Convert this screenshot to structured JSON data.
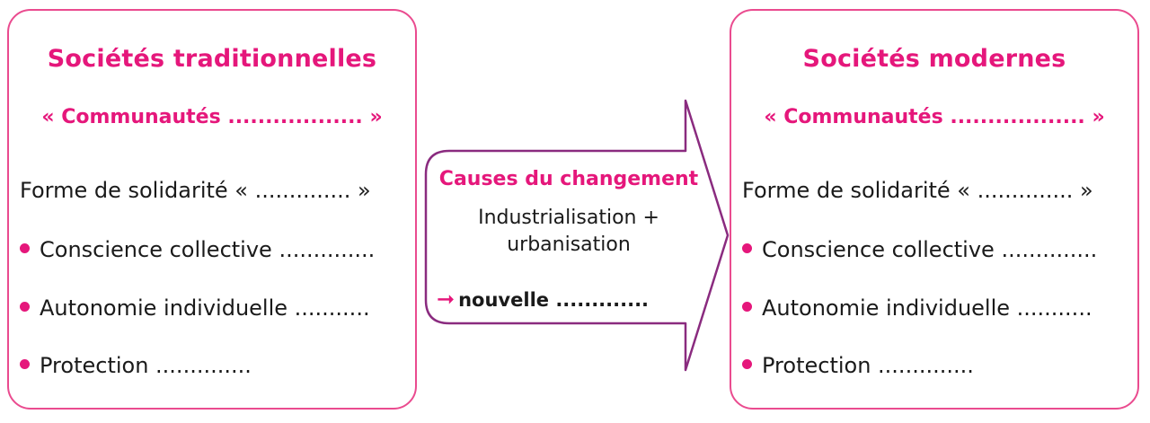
{
  "colors": {
    "accent": "#e5177b",
    "box_border": "#ea4b8f",
    "arrow_border": "#8a2b7f",
    "text": "#1a1a1a"
  },
  "left": {
    "title": "Sociétés traditionnelles",
    "subtitle": "« Communautés .................. »",
    "solidarity": "Forme de solidarité « .............. »",
    "items": [
      "Conscience collective ..............",
      "Autonomie individuelle ...........",
      "Protection .............."
    ]
  },
  "center": {
    "title": "Causes du changement",
    "line1": "Industrialisation +",
    "line2": "urbanisation",
    "arrow_icon": "right-arrow-icon",
    "result": "nouvelle ............."
  },
  "right": {
    "title": "Sociétés modernes",
    "subtitle": "« Communautés .................. »",
    "solidarity": "Forme de solidarité « .............. »",
    "items": [
      "Conscience collective ..............",
      "Autonomie individuelle ...........",
      "Protection .............."
    ]
  }
}
